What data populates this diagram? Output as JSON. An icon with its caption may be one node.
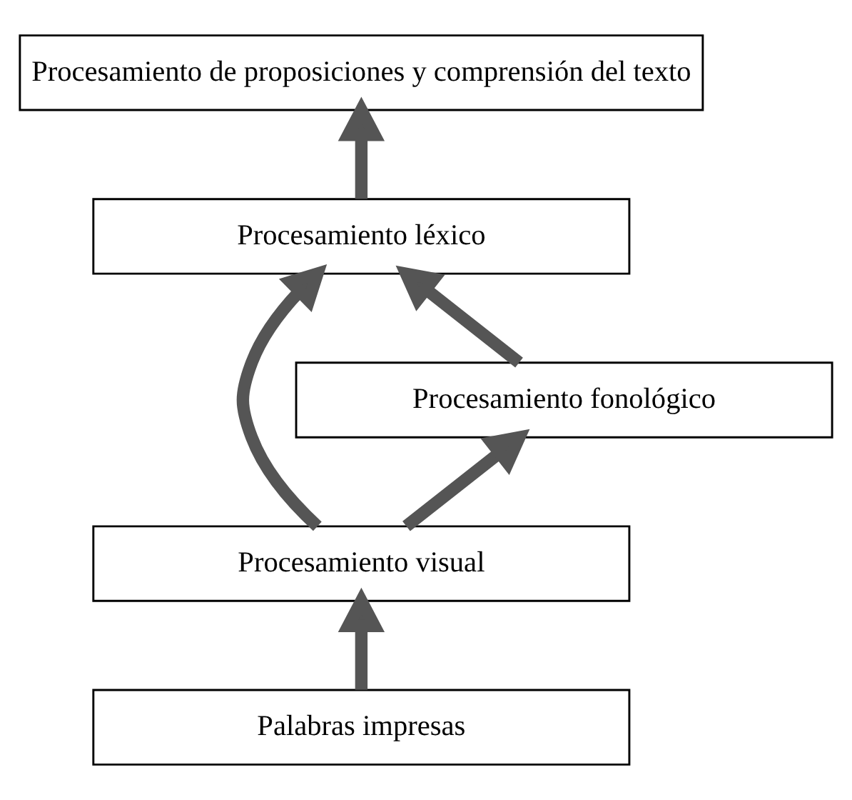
{
  "diagram": {
    "nodes": [
      {
        "text": [
          "Procesamiento de proposiciones y comprensión del texto"
        ]
      },
      {
        "text": [
          "Procesamiento léxico"
        ]
      },
      {
        "text": [
          "Procesamiento fonológico"
        ]
      },
      {
        "text": [
          "Procesamiento visual"
        ]
      },
      {
        "text": [
          "Palabras impresas"
        ]
      }
    ],
    "edges": [
      {
        "from": 4,
        "to": 3,
        "arrow": "to"
      },
      {
        "from": 3,
        "to": 1,
        "arrow": "to"
      },
      {
        "from": 3,
        "to": 2,
        "arrow": "to"
      },
      {
        "from": 2,
        "to": 1,
        "arrow": "to"
      },
      {
        "from": 1,
        "to": 0,
        "arrow": "to"
      }
    ]
  }
}
